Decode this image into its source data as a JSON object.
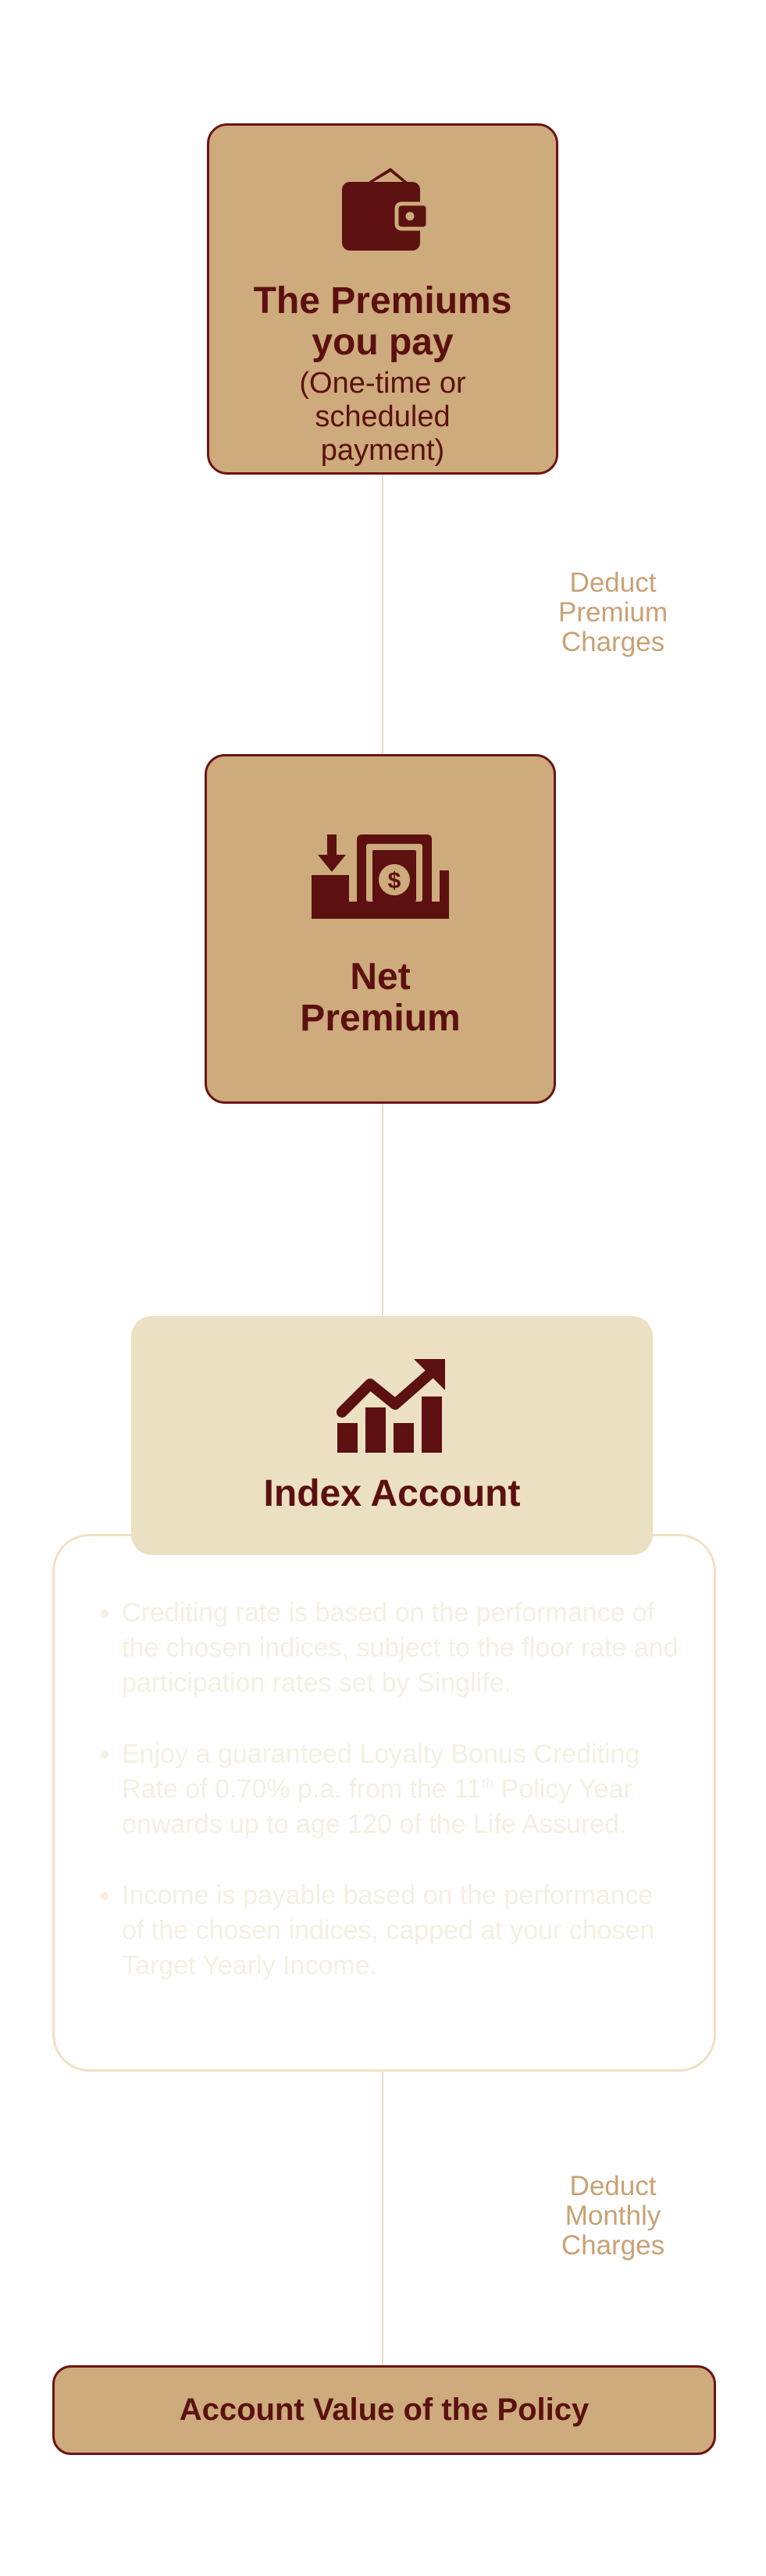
{
  "premiums_box": {
    "title": "The Premiums you pay",
    "subtitle": "(One-time or scheduled payment)",
    "icon": "wallet-icon"
  },
  "deduct_premium": {
    "label": "Deduct Premium Charges"
  },
  "net_premium_box": {
    "title": "Net Premium",
    "icon": "deposit-money-icon"
  },
  "index_account": {
    "title": "Index Account",
    "icon": "growth-chart-icon",
    "bullets": [
      "Crediting rate is based on the performance of the chosen indices, subject to the floor rate and participation rates set by Singlife.",
      "Enjoy a guaranteed Loyalty Bonus Crediting Rate of 0.70% p.a. from the 11th Policy Year onwards up to age 120 of the Life Assured.",
      "Income is payable based on the performance of the chosen indices, capped at your chosen Target Yearly Income."
    ],
    "bullet2_pre": "Enjoy a guaranteed Loyalty Bonus Crediting Rate of 0.70% p.a. from the 11",
    "bullet2_sup": "th",
    "bullet2_post": " Policy Year onwards up to age 120 of the Life Assured."
  },
  "deduct_monthly": {
    "label": "Deduct Monthly Charges"
  },
  "account_value": {
    "label": "Account Value of the Policy"
  },
  "colors": {
    "box_fill": "#cdab7c",
    "box_border": "#6a1414",
    "text_dark": "#5c1010",
    "side_label": "#c8a275",
    "index_fill": "#ece0c3",
    "bullet_text": "#f6efe2"
  }
}
